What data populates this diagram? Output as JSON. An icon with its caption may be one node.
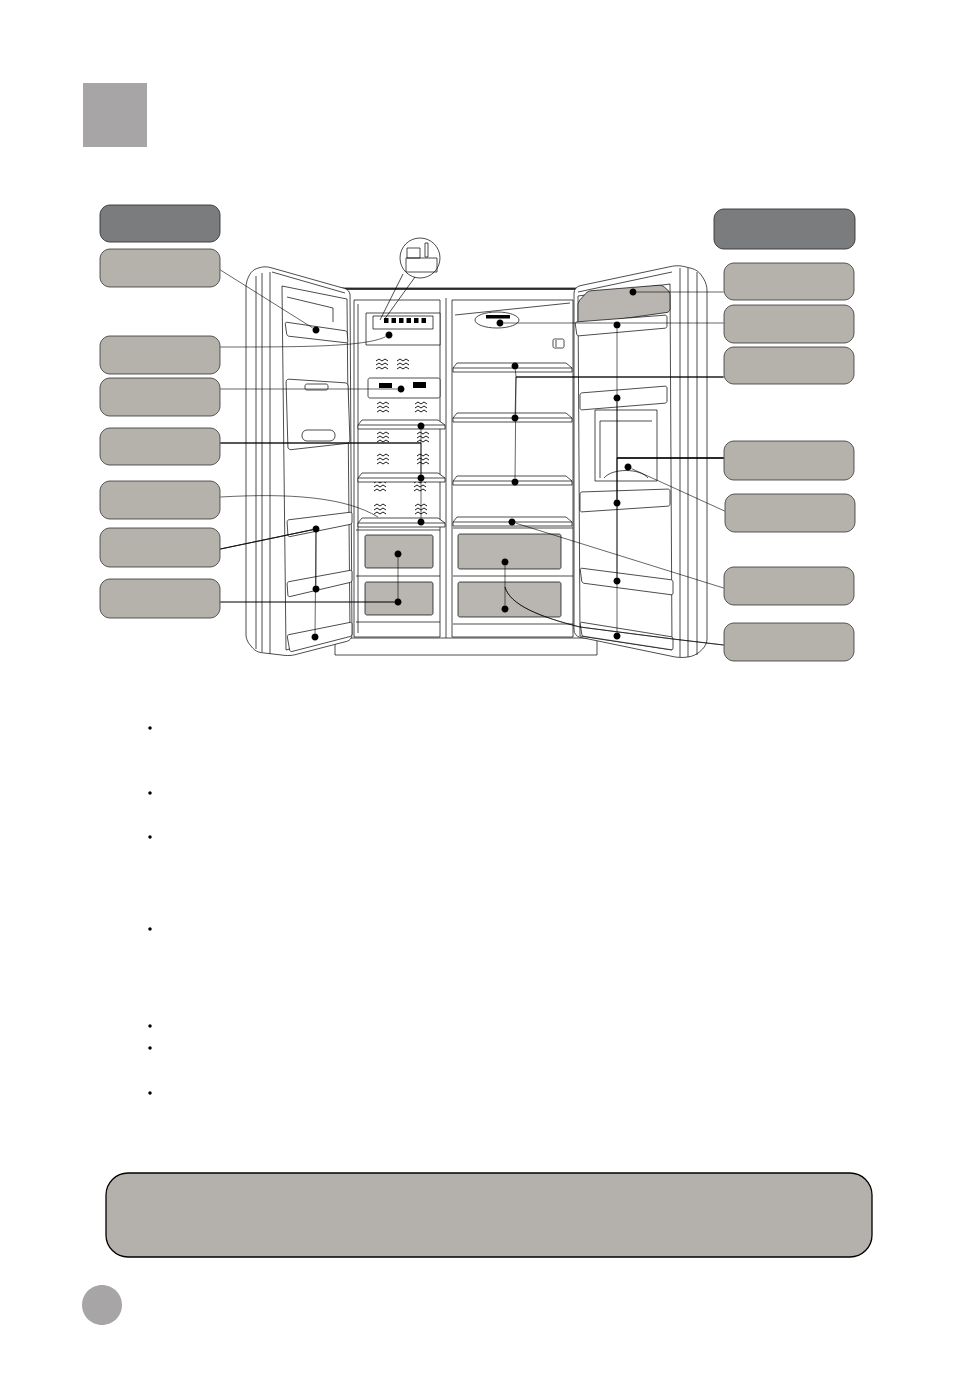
{
  "diagram": {
    "nodes": [
      {
        "text": [],
        "shape": "box"
      },
      {
        "text": [],
        "shape": "box"
      },
      {
        "text": [],
        "shape": "box"
      },
      {
        "text": [],
        "shape": "box"
      },
      {
        "text": [],
        "shape": "box"
      },
      {
        "text": [],
        "shape": "box"
      },
      {
        "text": [],
        "shape": "box"
      },
      {
        "text": [],
        "shape": "box"
      },
      {
        "text": [],
        "shape": "box"
      },
      {
        "text": [],
        "shape": "box"
      },
      {
        "text": [],
        "shape": "box"
      },
      {
        "text": [],
        "shape": "box"
      },
      {
        "text": [],
        "shape": "box"
      },
      {
        "text": [],
        "shape": "box"
      },
      {
        "text": [],
        "shape": "box"
      },
      {
        "text": [],
        "shape": "box"
      },
      {
        "text": [],
        "shape": "circle"
      },
      {
        "text": [],
        "shape": "circle"
      },
      {
        "text": [],
        "shape": "circle"
      },
      {
        "text": [],
        "shape": "circle"
      },
      {
        "text": [],
        "shape": "circle"
      },
      {
        "text": [],
        "shape": "circle"
      },
      {
        "text": [],
        "shape": "circle"
      },
      {
        "text": [],
        "shape": "circle"
      },
      {
        "text": [],
        "shape": "circle"
      },
      {
        "text": [],
        "shape": "circle"
      },
      {
        "text": [],
        "shape": "circle"
      },
      {
        "text": [],
        "shape": "circle"
      },
      {
        "text": [],
        "shape": "circle"
      },
      {
        "text": [],
        "shape": "circle"
      },
      {
        "text": [],
        "shape": "circle"
      },
      {
        "text": [],
        "shape": "circle"
      },
      {
        "text": [],
        "shape": "circle"
      },
      {
        "text": [],
        "shape": "circle"
      },
      {
        "text": [],
        "shape": "circle"
      },
      {
        "text": [],
        "shape": "circle"
      },
      {
        "text": [],
        "shape": "circle"
      },
      {
        "text": [],
        "shape": "circle"
      },
      {
        "text": [],
        "shape": "circle"
      },
      {
        "text": [],
        "shape": "circle"
      },
      {
        "text": [],
        "shape": "circle"
      },
      {
        "text": [],
        "shape": "box"
      }
    ],
    "edges": [
      {
        "from": 1,
        "to": 16,
        "arrow": "none"
      },
      {
        "from": 2,
        "to": 20,
        "arrow": "none"
      },
      {
        "from": 3,
        "to": 21,
        "arrow": "none"
      },
      {
        "from": 4,
        "to": 22,
        "arrow": "none"
      },
      {
        "from": 4,
        "to": 23,
        "arrow": "none"
      },
      {
        "from": 4,
        "to": 24,
        "arrow": "none"
      },
      {
        "from": 5,
        "to": null,
        "arrow": "none"
      },
      {
        "from": 6,
        "to": 17,
        "arrow": "none"
      },
      {
        "from": 6,
        "to": 18,
        "arrow": "none"
      },
      {
        "from": 6,
        "to": 19,
        "arrow": "none"
      },
      {
        "from": 7,
        "to": 26,
        "arrow": "none"
      },
      {
        "from": 7,
        "to": 25,
        "arrow": "none"
      },
      {
        "from": 9,
        "to": 34,
        "arrow": "none"
      },
      {
        "from": 10,
        "to": 27,
        "arrow": "none"
      },
      {
        "from": 11,
        "to": 28,
        "arrow": "none"
      },
      {
        "from": 11,
        "to": 29,
        "arrow": "none"
      },
      {
        "from": 11,
        "to": 30,
        "arrow": "none"
      },
      {
        "from": 12,
        "to": 35,
        "arrow": "none"
      },
      {
        "from": 12,
        "to": 36,
        "arrow": "none"
      },
      {
        "from": 12,
        "to": 38,
        "arrow": "none"
      },
      {
        "from": 12,
        "to": 39,
        "arrow": "none"
      },
      {
        "from": 12,
        "to": 40,
        "arrow": "none"
      },
      {
        "from": 13,
        "to": 37,
        "arrow": "none"
      },
      {
        "from": 14,
        "to": 31,
        "arrow": "none"
      },
      {
        "from": 15,
        "to": 32,
        "arrow": "none"
      },
      {
        "from": 15,
        "to": 33,
        "arrow": "none"
      }
    ]
  }
}
